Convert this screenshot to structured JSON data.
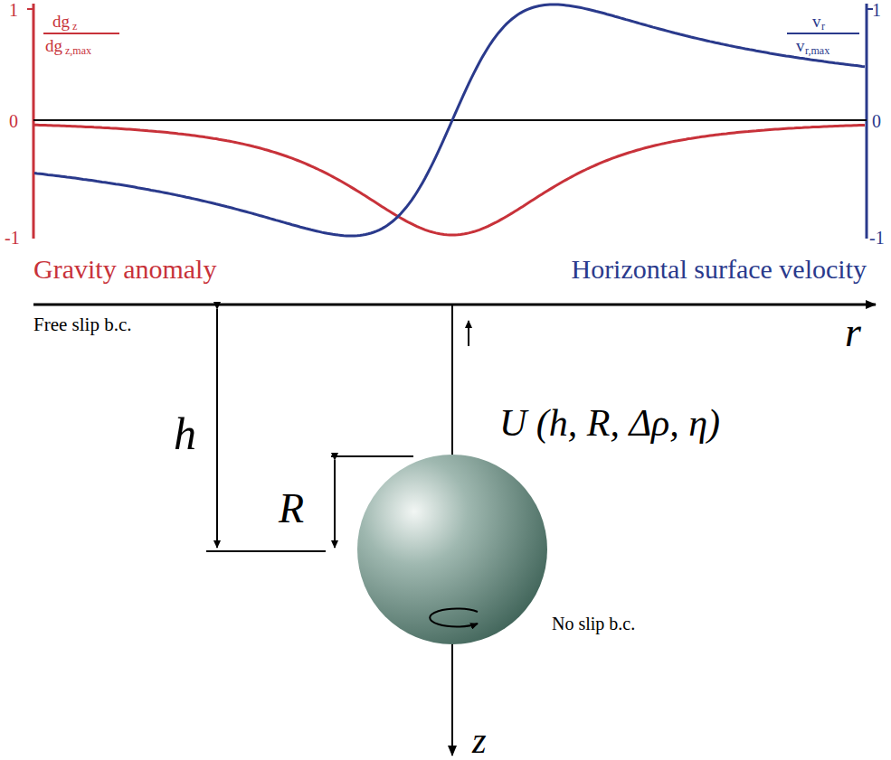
{
  "diagram": {
    "labels": [
      "1",
      "0",
      "-1",
      "dg",
      "z",
      "dg",
      "z,max",
      "v",
      "r",
      "v",
      "r,max",
      "1",
      "0",
      "-1",
      "Gravity anomaly",
      "Horizontal surface velocity",
      "Free slip b.c.",
      "r",
      "h",
      "R",
      "U (h, R, Δρ, η)",
      "No slip b.c.",
      "z"
    ]
  }
}
